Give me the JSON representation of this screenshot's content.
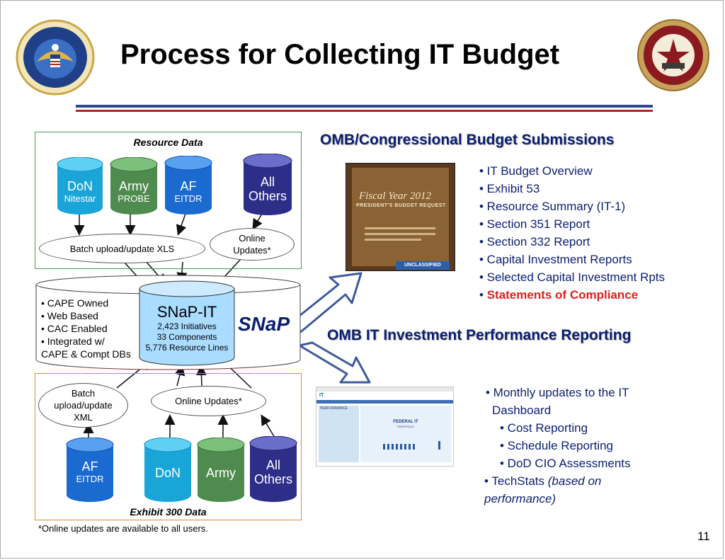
{
  "slide": {
    "title": "Process for Collecting IT Budget",
    "page_number": "11",
    "footnote": "*Online updates are available to all users.",
    "seal_left_name": "dod-seal",
    "seal_right_name": "dod-cio-seal"
  },
  "resource_data": {
    "label": "Resource Data",
    "sources": [
      {
        "name": "DoN",
        "sub": "Nitestar",
        "color": "#1aa5d8"
      },
      {
        "name": "Army",
        "sub": "PROBE",
        "color": "#4f8b4f"
      },
      {
        "name": "AF",
        "sub": "EITDR",
        "color": "#1a6ad0"
      },
      {
        "name": "All Others",
        "sub": "",
        "color": "#2c2e88"
      }
    ],
    "batch_upload": "Batch upload/update XLS",
    "online_updates": "Online Updates*"
  },
  "snap": {
    "logo": "SNaP",
    "center_title": "SNaP-IT",
    "stats": [
      "2,423 Initiatives",
      "33 Components",
      "5,776 Resource Lines"
    ],
    "features": [
      "• CAPE Owned",
      "• Web Based",
      "• CAC Enabled",
      "• Integrated w/",
      "CAPE & Compt DBs"
    ]
  },
  "exhibit300": {
    "label": "Exhibit 300 Data",
    "batch_upload": "Batch upload/update XML",
    "online_updates": "Online Updates*",
    "sources": [
      {
        "name": "AF",
        "sub": "EITDR",
        "color": "#1a6ad0"
      },
      {
        "name": "DoN",
        "sub": "",
        "color": "#1aa5d8"
      },
      {
        "name": "Army",
        "sub": "",
        "color": "#4f8b4f"
      },
      {
        "name": "All Others",
        "sub": "",
        "color": "#2c2e88"
      }
    ]
  },
  "omb_budget": {
    "heading": "OMB/Congressional Budget Submissions",
    "doc_cover": {
      "line1": "Fiscal Year 2012",
      "line2": "PRESIDENT'S BUDGET REQUEST",
      "line3": "UNCLASSIFIED"
    },
    "items": [
      "• IT Budget Overview",
      "• Exhibit 53",
      "• Resource Summary (IT-1)",
      "• Section 351 Report",
      "• Section 332 Report",
      "• Capital Investment Reports",
      "• Selected Capital Investment Rpts"
    ],
    "highlight_item": "Statements of Compliance",
    "highlight_bullet": "•"
  },
  "omb_performance": {
    "heading": "OMB IT Investment Performance Reporting",
    "dashboard": {
      "brand": "IT",
      "panel": "PERFORMANCE",
      "chart_title": "FEDERAL IT",
      "chart_subtitle": "PORTFOLIO"
    },
    "items": [
      {
        "text": "• Monthly updates to the IT",
        "indent": 0
      },
      {
        "text": "Dashboard",
        "indent": 1
      },
      {
        "text": "• Cost Reporting",
        "indent": 2
      },
      {
        "text": "• Schedule Reporting",
        "indent": 2
      },
      {
        "text": "• DoD CIO Assessments",
        "indent": 2
      }
    ],
    "techstats_prefix": "• TechStats ",
    "techstats_italic": "(based on",
    "techstats_line2": "performance)"
  }
}
